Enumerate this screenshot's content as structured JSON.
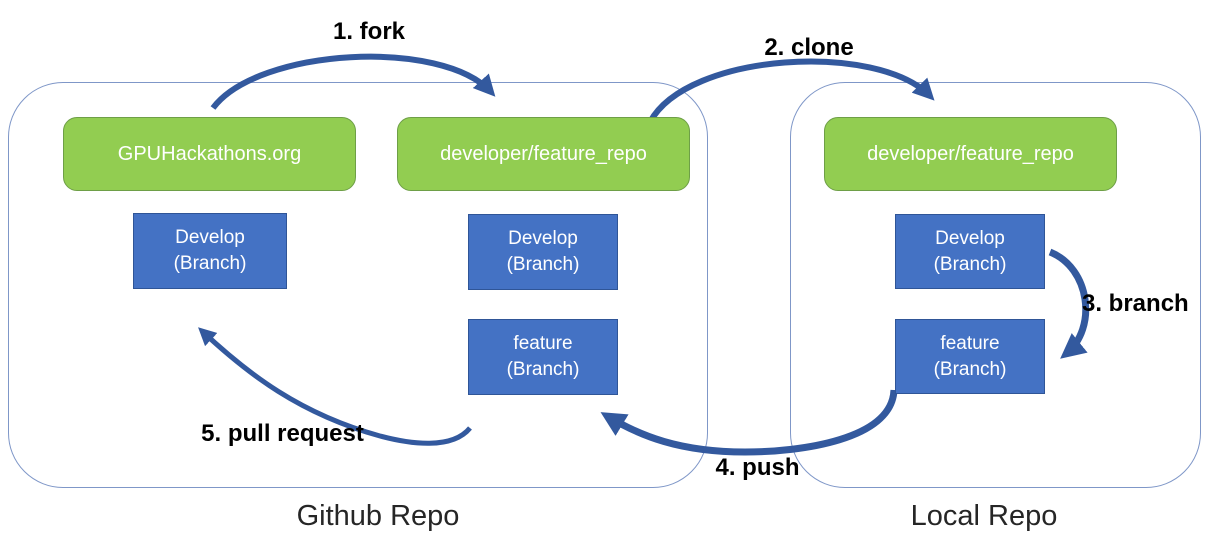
{
  "diagram_title": "Git fork/clone/branch/push/pull-request workflow",
  "colors": {
    "green": "#92CD51",
    "green-border": "#6E9F47",
    "blue": "#4472C4",
    "blue-border": "#2F5597",
    "arrow": "#33599E",
    "container-border": "#7F97C8",
    "step-label": "#000000",
    "repo-label": "#262626"
  },
  "containers": [
    {
      "id": "github",
      "label": "Github Repo"
    },
    {
      "id": "local",
      "label": "Local Repo"
    }
  ],
  "repo_nodes": [
    {
      "id": "gpuhackathons-org",
      "label": "GPUHackathons.org"
    },
    {
      "id": "github-forked-repo",
      "label": "developer/feature_repo"
    },
    {
      "id": "local-cloned-repo",
      "label": "developer/feature_repo"
    }
  ],
  "branch_nodes": [
    {
      "id": "github-main-develop",
      "line1": "Develop",
      "line2": "(Branch)"
    },
    {
      "id": "github-fork-develop",
      "line1": "Develop",
      "line2": "(Branch)"
    },
    {
      "id": "github-fork-feature",
      "line1": "feature",
      "line2": "(Branch)"
    },
    {
      "id": "local-develop",
      "line1": "Develop",
      "line2": "(Branch)"
    },
    {
      "id": "local-feature",
      "line1": "feature",
      "line2": "(Branch)"
    }
  ],
  "steps": [
    {
      "id": "fork",
      "label": "1. fork"
    },
    {
      "id": "clone",
      "label": "2. clone"
    },
    {
      "id": "branch",
      "label": "3. branch"
    },
    {
      "id": "push",
      "label": "4. push"
    },
    {
      "id": "pull-request",
      "label": "5. pull request"
    }
  ]
}
